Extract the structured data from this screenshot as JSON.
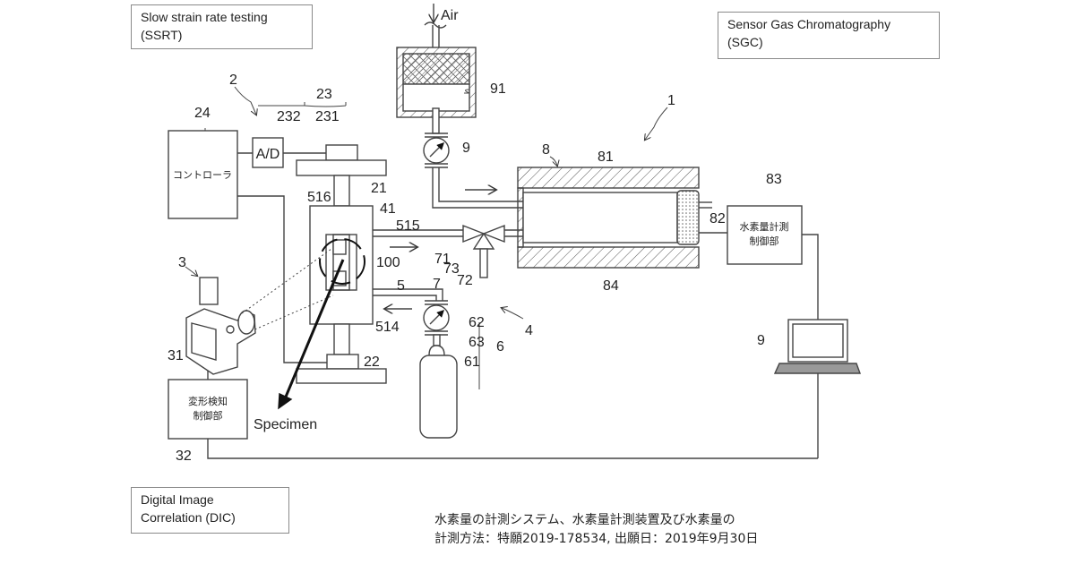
{
  "annotations": {
    "ssrt": {
      "line1": "Slow strain rate testing",
      "line2": "(SSRT)"
    },
    "sgc": {
      "line1": "Sensor Gas Chromatography",
      "line2": "(SGC)"
    },
    "dic": {
      "line1": "Digital Image",
      "line2": "Correlation (DIC)"
    },
    "specimen": "Specimen"
  },
  "caption": {
    "line1": "水素量の計測システム、水素量計測装置及び水素量の",
    "line2": "計測方法：特願2019-178534,  出願日：2019年9月30日"
  },
  "blocks": {
    "controller": "コントローラ",
    "ad": "A/D",
    "h2_control_l1": "水素量計測",
    "h2_control_l2": "制御部",
    "deform_l1": "変形検知",
    "deform_l2": "制御部"
  },
  "air_label": "Air",
  "refs": {
    "r1": "1",
    "r2": "2",
    "r3": "3",
    "r4": "4",
    "r5": "5",
    "r6": "6",
    "r7": "7",
    "r8": "8",
    "r9a": "9",
    "r9b": "9",
    "r21": "21",
    "r22": "22",
    "r23": "23",
    "r24": "24",
    "r31": "31",
    "r32": "32",
    "r41": "41",
    "r61": "61",
    "r62": "62",
    "r63": "63",
    "r71": "71",
    "r72": "72",
    "r73": "73",
    "r81": "81",
    "r82": "82",
    "r83": "83",
    "r84": "84",
    "r91": "91",
    "r100": "100",
    "r231": "231",
    "r232": "232",
    "r514": "514",
    "r515": "515",
    "r516": "516"
  }
}
